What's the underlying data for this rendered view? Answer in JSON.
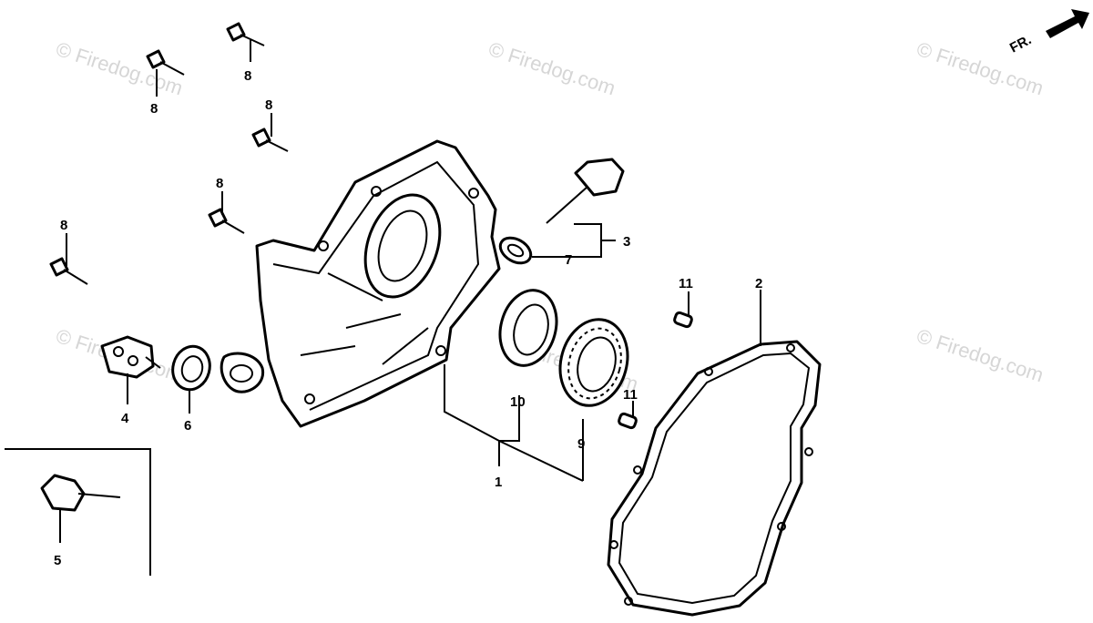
{
  "watermark": "© Firedog.com",
  "direction": {
    "label": "FR."
  },
  "callouts": {
    "c1": "1",
    "c2": "2",
    "c3": "3",
    "c4": "4",
    "c5": "5",
    "c6": "6",
    "c7": "7",
    "c8": "8",
    "c9": "9",
    "c10": "10",
    "c11": "11"
  },
  "colors": {
    "ink": "#000000",
    "watermark": "#d6d6d6",
    "background": "#ffffff"
  }
}
